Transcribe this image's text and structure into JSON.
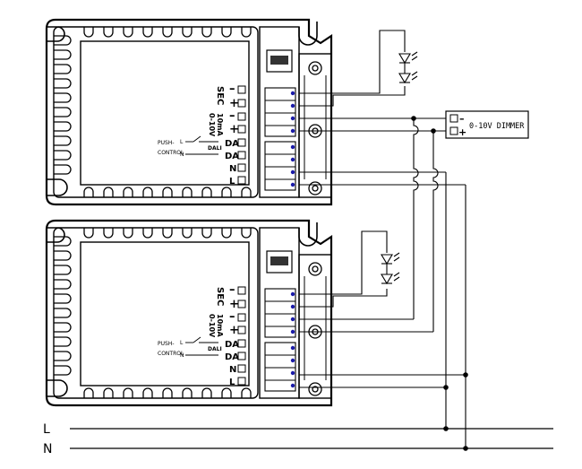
{
  "drivers": [
    {
      "id": "driver-1",
      "terminals": {
        "sec_label": "SEC",
        "dimming_label_1": "0-10V",
        "dimming_label_2": "10mA",
        "da1": "DA",
        "da2": "DA",
        "n": "N",
        "l": "L",
        "minus_sign": "–",
        "plus_sign": "+"
      },
      "push_control": {
        "line1": "PUSH-",
        "line2": "CONTROL",
        "switch_l": "L",
        "switch_n": "N",
        "dali": "DALI"
      }
    },
    {
      "id": "driver-2",
      "terminals": {
        "sec_label": "SEC",
        "dimming_label_1": "0-10V",
        "dimming_label_2": "10mA",
        "da1": "DA",
        "da2": "DA",
        "n": "N",
        "l": "L",
        "minus_sign": "–",
        "plus_sign": "+"
      },
      "push_control": {
        "line1": "PUSH-",
        "line2": "CONTROL",
        "switch_l": "L",
        "switch_n": "N",
        "dali": "DALI"
      }
    }
  ],
  "dimmer": {
    "label": "0-10V DIMMER",
    "minus": "–",
    "plus": "+"
  },
  "mains": {
    "l_label": "L",
    "n_label": "N"
  }
}
